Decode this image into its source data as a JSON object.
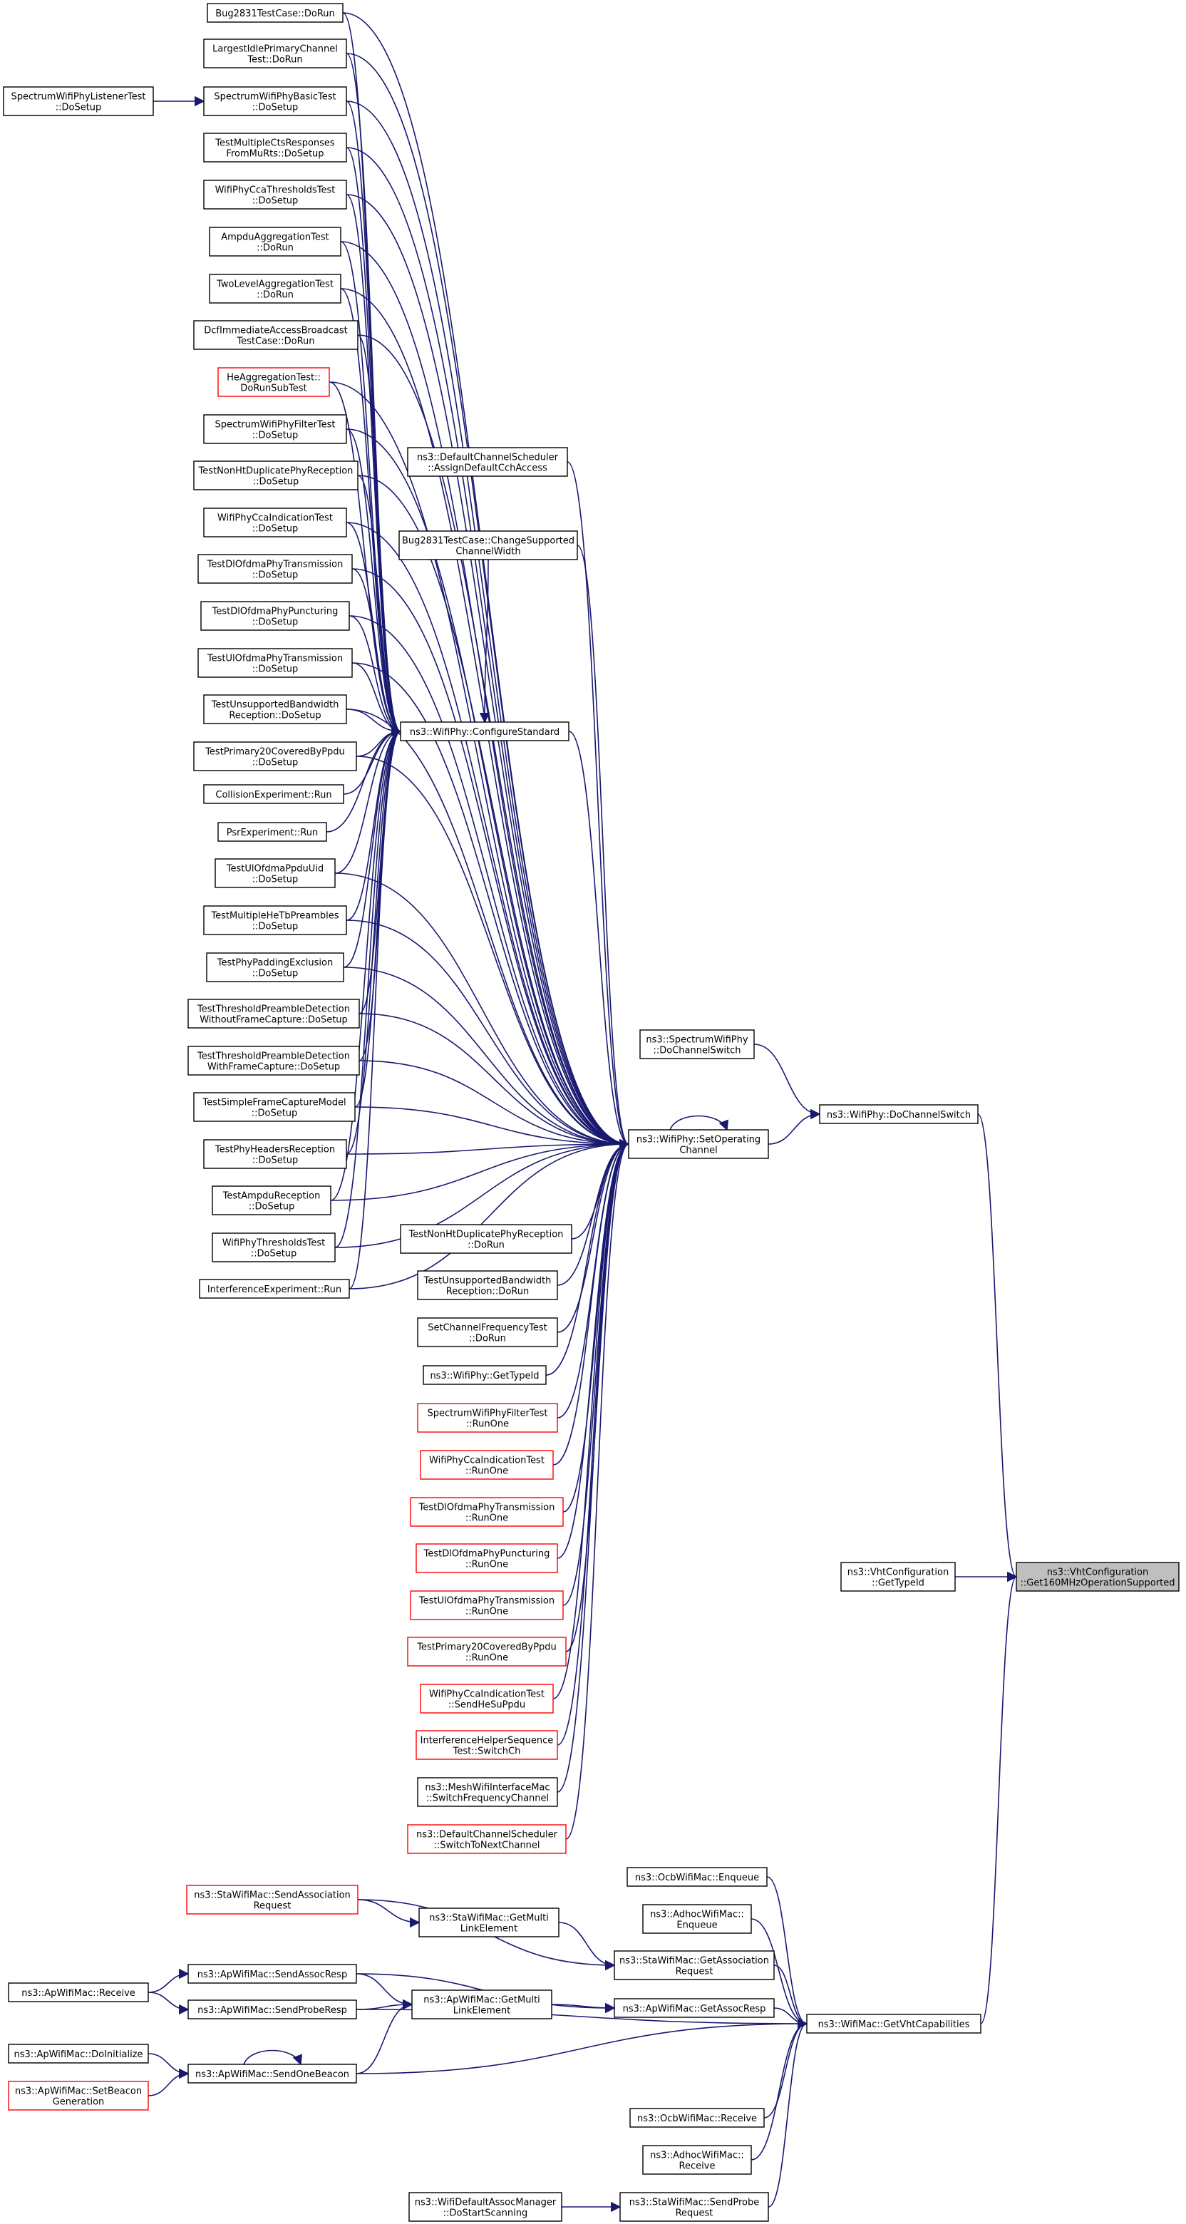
{
  "colors": {
    "edge": "#191970",
    "border": "#000000",
    "border_truncated": "#ff0000",
    "focus_fill": "#bfbfbf"
  },
  "nodes": [
    {
      "id": "bug2831dorun",
      "lines": [
        "Bug2831TestCase::DoRun"
      ]
    },
    {
      "id": "largestidle",
      "lines": [
        "LargestIdlePrimaryChannel",
        "Test::DoRun"
      ]
    },
    {
      "id": "specbasic",
      "lines": [
        "SpectrumWifiPhyBasicTest",
        "::DoSetup"
      ]
    },
    {
      "id": "speclistener",
      "lines": [
        "SpectrumWifiPhyListenerTest",
        "::DoSetup"
      ]
    },
    {
      "id": "multiplects",
      "lines": [
        "TestMultipleCtsResponses",
        "FromMuRts::DoSetup"
      ]
    },
    {
      "id": "ccathresh",
      "lines": [
        "WifiPhyCcaThresholdsTest",
        "::DoSetup"
      ]
    },
    {
      "id": "ampduagg",
      "lines": [
        "AmpduAggregationTest",
        "::DoRun"
      ]
    },
    {
      "id": "twolevel",
      "lines": [
        "TwoLevelAggregationTest",
        "::DoRun"
      ]
    },
    {
      "id": "dcfimmediate",
      "lines": [
        "DcfImmediateAccessBroadcast",
        "TestCase::DoRun"
      ]
    },
    {
      "id": "heagg",
      "lines": [
        "HeAggregationTest::",
        "DoRunSubTest"
      ],
      "truncated": true
    },
    {
      "id": "specfilter",
      "lines": [
        "SpectrumWifiPhyFilterTest",
        "::DoSetup"
      ]
    },
    {
      "id": "nonhtdupsetup",
      "lines": [
        "TestNonHtDuplicatePhyReception",
        "::DoSetup"
      ]
    },
    {
      "id": "ccaindsetup",
      "lines": [
        "WifiPhyCcaIndicationTest",
        "::DoSetup"
      ]
    },
    {
      "id": "dlofdmasetup",
      "lines": [
        "TestDlOfdmaPhyTransmission",
        "::DoSetup"
      ]
    },
    {
      "id": "dlpuncsetup",
      "lines": [
        "TestDlOfdmaPhyPuncturing",
        "::DoSetup"
      ]
    },
    {
      "id": "ulofdmasetup",
      "lines": [
        "TestUlOfdmaPhyTransmission",
        "::DoSetup"
      ]
    },
    {
      "id": "unsupbwsetup",
      "lines": [
        "TestUnsupportedBandwidth",
        "Reception::DoSetup"
      ]
    },
    {
      "id": "primary20setup",
      "lines": [
        "TestPrimary20CoveredByPpdu",
        "::DoSetup"
      ]
    },
    {
      "id": "collision",
      "lines": [
        "CollisionExperiment::Run"
      ]
    },
    {
      "id": "psr",
      "lines": [
        "PsrExperiment::Run"
      ]
    },
    {
      "id": "ulppduuid",
      "lines": [
        "TestUlOfdmaPpduUid",
        "::DoSetup"
      ]
    },
    {
      "id": "multiplehetb",
      "lines": [
        "TestMultipleHeTbPreambles",
        "::DoSetup"
      ]
    },
    {
      "id": "phypadding",
      "lines": [
        "TestPhyPaddingExclusion",
        "::DoSetup"
      ]
    },
    {
      "id": "threshwithout",
      "lines": [
        "TestThresholdPreambleDetection",
        "WithoutFrameCapture::DoSetup"
      ]
    },
    {
      "id": "threshwith",
      "lines": [
        "TestThresholdPreambleDetection",
        "WithFrameCapture::DoSetup"
      ]
    },
    {
      "id": "simplecapture",
      "lines": [
        "TestSimpleFrameCaptureModel",
        "::DoSetup"
      ]
    },
    {
      "id": "phyheaders",
      "lines": [
        "TestPhyHeadersReception",
        "::DoSetup"
      ]
    },
    {
      "id": "ampdurecep",
      "lines": [
        "TestAmpduReception",
        "::DoSetup"
      ]
    },
    {
      "id": "phythresh",
      "lines": [
        "WifiPhyThresholdsTest",
        "::DoSetup"
      ]
    },
    {
      "id": "interference",
      "lines": [
        "InterferenceExperiment::Run"
      ]
    },
    {
      "id": "defaultassign",
      "lines": [
        "ns3::DefaultChannelScheduler",
        "::AssignDefaultCchAccess"
      ]
    },
    {
      "id": "bug2831change",
      "lines": [
        "Bug2831TestCase::ChangeSupported",
        "ChannelWidth"
      ]
    },
    {
      "id": "configstd",
      "lines": [
        "ns3::WifiPhy::ConfigureStandard"
      ]
    },
    {
      "id": "setopchan",
      "lines": [
        "ns3::WifiPhy::SetOperating",
        "Channel"
      ]
    },
    {
      "id": "nonhtduprun",
      "lines": [
        "TestNonHtDuplicatePhyReception",
        "::DoRun"
      ]
    },
    {
      "id": "unsupbwrun",
      "lines": [
        "TestUnsupportedBandwidth",
        "Reception::DoRun"
      ]
    },
    {
      "id": "setchanfreq",
      "lines": [
        "SetChannelFrequencyTest",
        "::DoRun"
      ]
    },
    {
      "id": "gettypeid",
      "lines": [
        "ns3::WifiPhy::GetTypeId"
      ]
    },
    {
      "id": "specfilterrun",
      "lines": [
        "SpectrumWifiPhyFilterTest",
        "::RunOne"
      ],
      "truncated": true
    },
    {
      "id": "ccaindrun",
      "lines": [
        "WifiPhyCcaIndicationTest",
        "::RunOne"
      ],
      "truncated": true
    },
    {
      "id": "dlofdmarun",
      "lines": [
        "TestDlOfdmaPhyTransmission",
        "::RunOne"
      ],
      "truncated": true
    },
    {
      "id": "dlpuncrun",
      "lines": [
        "TestDlOfdmaPhyPuncturing",
        "::RunOne"
      ],
      "truncated": true
    },
    {
      "id": "ulofdmarun",
      "lines": [
        "TestUlOfdmaPhyTransmission",
        "::RunOne"
      ],
      "truncated": true
    },
    {
      "id": "primary20run",
      "lines": [
        "TestPrimary20CoveredByPpdu",
        "::RunOne"
      ],
      "truncated": true
    },
    {
      "id": "ccaindsend",
      "lines": [
        "WifiPhyCcaIndicationTest",
        "::SendHeSuPpdu"
      ],
      "truncated": true
    },
    {
      "id": "interfswitch",
      "lines": [
        "InterferenceHelperSequence",
        "Test::SwitchCh"
      ],
      "truncated": true
    },
    {
      "id": "meshswitch",
      "lines": [
        "ns3::MeshWifiInterfaceMac",
        "::SwitchFrequencyChannel"
      ]
    },
    {
      "id": "defaultswitch",
      "lines": [
        "ns3::DefaultChannelScheduler",
        "::SwitchToNextChannel"
      ],
      "truncated": true
    },
    {
      "id": "specdochan",
      "lines": [
        "ns3::SpectrumWifiPhy",
        "::DoChannelSwitch"
      ]
    },
    {
      "id": "phydochan",
      "lines": [
        "ns3::WifiPhy::DoChannelSwitch"
      ]
    },
    {
      "id": "vhtgettypeid",
      "lines": [
        "ns3::VhtConfiguration",
        "::GetTypeId"
      ]
    },
    {
      "id": "vht160",
      "lines": [
        "ns3::VhtConfiguration",
        "::Get160MHzOperationSupported"
      ],
      "focus": true
    },
    {
      "id": "ocbenqueue",
      "lines": [
        "ns3::OcbWifiMac::Enqueue"
      ]
    },
    {
      "id": "adhocenqueue",
      "lines": [
        "ns3::AdhocWifiMac::",
        "Enqueue"
      ]
    },
    {
      "id": "stasendassoc",
      "lines": [
        "ns3::StaWifiMac::SendAssociation",
        "Request"
      ],
      "truncated": true
    },
    {
      "id": "stagetmulti",
      "lines": [
        "ns3::StaWifiMac::GetMulti",
        "LinkElement"
      ]
    },
    {
      "id": "stagetassoc",
      "lines": [
        "ns3::StaWifiMac::GetAssociation",
        "Request"
      ]
    },
    {
      "id": "apreceive",
      "lines": [
        "ns3::ApWifiMac::Receive"
      ]
    },
    {
      "id": "apsendassoc",
      "lines": [
        "ns3::ApWifiMac::SendAssocResp"
      ]
    },
    {
      "id": "apsendprobe",
      "lines": [
        "ns3::ApWifiMac::SendProbeResp"
      ]
    },
    {
      "id": "apgetmulti",
      "lines": [
        "ns3::ApWifiMac::GetMulti",
        "LinkElement"
      ]
    },
    {
      "id": "apgetassoc",
      "lines": [
        "ns3::ApWifiMac::GetAssocResp"
      ]
    },
    {
      "id": "getvht",
      "lines": [
        "ns3::WifiMac::GetVhtCapabilities"
      ]
    },
    {
      "id": "apdoinit",
      "lines": [
        "ns3::ApWifiMac::DoInitialize"
      ]
    },
    {
      "id": "apsetbeacon",
      "lines": [
        "ns3::ApWifiMac::SetBeacon",
        "Generation"
      ],
      "truncated": true
    },
    {
      "id": "apsendbeacon",
      "lines": [
        "ns3::ApWifiMac::SendOneBeacon"
      ]
    },
    {
      "id": "ocbreceive",
      "lines": [
        "ns3::OcbWifiMac::Receive"
      ]
    },
    {
      "id": "adhocreceive",
      "lines": [
        "ns3::AdhocWifiMac::",
        "Receive"
      ]
    },
    {
      "id": "wifidefscan",
      "lines": [
        "ns3::WifiDefaultAssocManager",
        "::DoStartScanning"
      ]
    },
    {
      "id": "stasendprobe",
      "lines": [
        "ns3::StaWifiMac::SendProbe",
        "Request"
      ]
    }
  ]
}
